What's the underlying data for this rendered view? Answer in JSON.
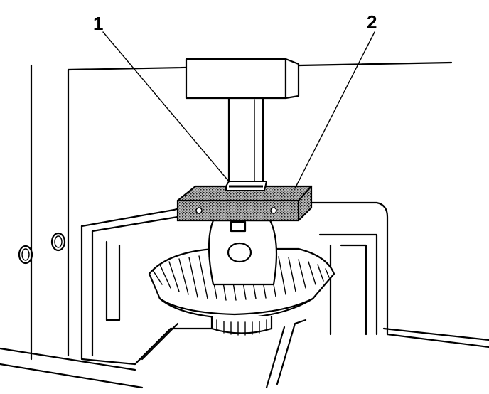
{
  "callouts": [
    {
      "id": "1",
      "label": "1"
    },
    {
      "id": "2",
      "label": "2"
    }
  ],
  "colors": {
    "line": "#000000",
    "background": "#ffffff",
    "tool_fill": "#8a8a8a"
  }
}
